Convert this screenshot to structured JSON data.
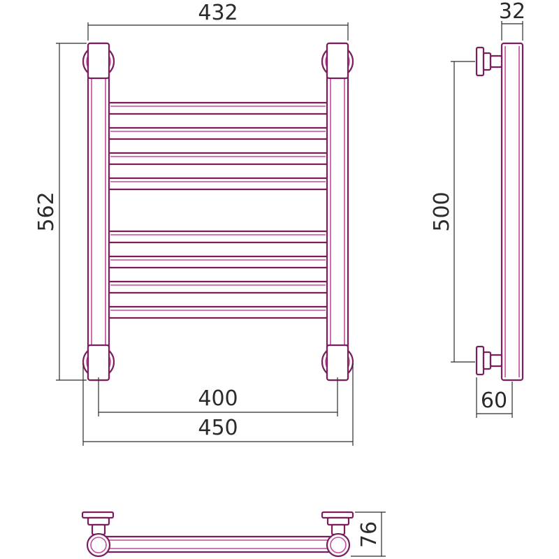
{
  "colors": {
    "pipe_outline": "#7a1f5c",
    "pipe_highlight": "#c34a9e",
    "dimension_line": "#2b2b2b",
    "background": "#ffffff"
  },
  "dimensions": {
    "center_distance_top": "432",
    "overall_height": "562",
    "mount_distance_bottom": "400",
    "overall_width": "450",
    "vertical_connection": "500",
    "pipe_diameter": "32",
    "wall_offset": "60",
    "top_view_depth": "76"
  },
  "front_view": {
    "rung_count": 8
  }
}
